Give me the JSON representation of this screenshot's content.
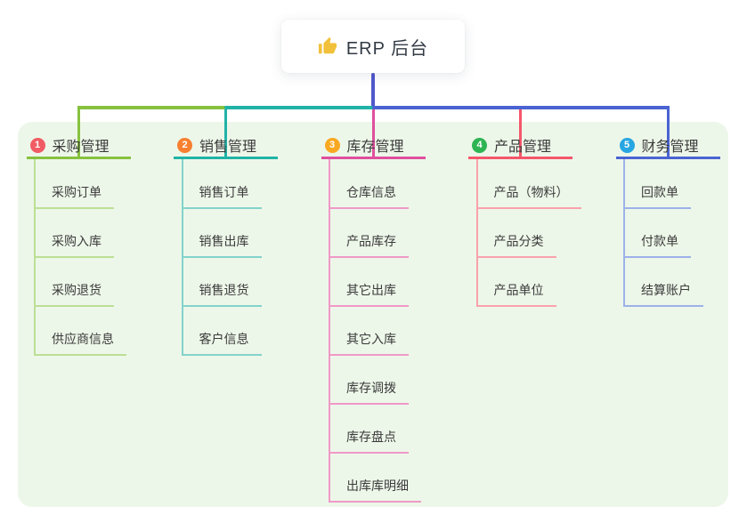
{
  "root": {
    "title": "ERP 后台",
    "icon": "thumbs-up-icon",
    "icon_color": "#f2c13b"
  },
  "panel_color": "#edf7e9",
  "root_line_color": "#5158cc",
  "text_color": "#3b3b3b",
  "branches": [
    {
      "num": "1",
      "title": "采购管理",
      "badge_color": "#f15b63",
      "line_color": "#87c23f",
      "child_line_color": "#bcdf95",
      "children": [
        "采购订单",
        "采购入库",
        "采购退货",
        "供应商信息"
      ]
    },
    {
      "num": "2",
      "title": "销售管理",
      "badge_color": "#f78030",
      "line_color": "#21b3a7",
      "child_line_color": "#82d3cb",
      "children": [
        "销售订单",
        "销售出库",
        "销售退货",
        "客户信息"
      ]
    },
    {
      "num": "3",
      "title": "库存管理",
      "badge_color": "#f9a822",
      "line_color": "#df4f9d",
      "child_line_color": "#ef99c7",
      "children": [
        "仓库信息",
        "产品库存",
        "其它出库",
        "其它入库",
        "库存调拨",
        "库存盘点",
        "出库库明细"
      ]
    },
    {
      "num": "4",
      "title": "产品管理",
      "badge_color": "#2fb454",
      "line_color": "#f5566b",
      "child_line_color": "#f9a2ad",
      "children": [
        "产品（物料）",
        "产品分类",
        "产品单位"
      ]
    },
    {
      "num": "5",
      "title": "财务管理",
      "badge_color": "#27a6e1",
      "line_color": "#4a63d3",
      "child_line_color": "#9db1e9",
      "children": [
        "回款单",
        "付款单",
        "结算账户"
      ]
    }
  ]
}
